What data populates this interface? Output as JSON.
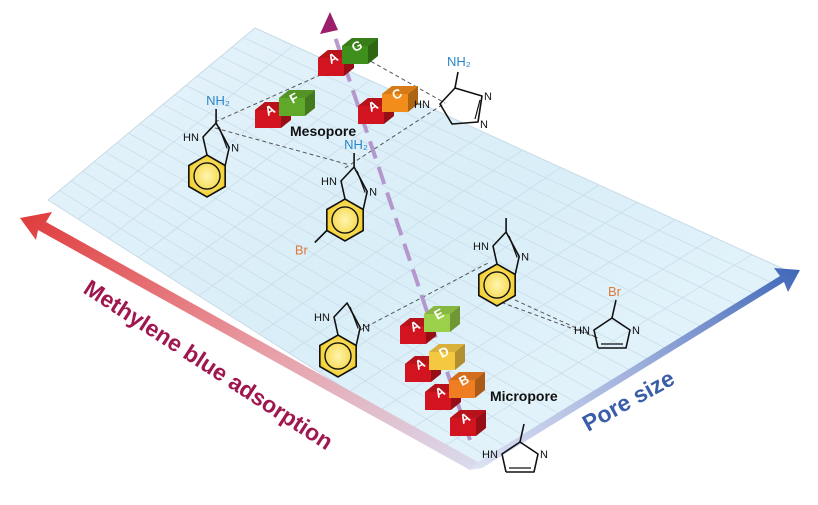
{
  "axes": {
    "left_label": "Methylene blue adsorption",
    "right_label": "Pore size",
    "left_color": "#a0174f",
    "right_color": "#3a5fa8"
  },
  "regions": {
    "mesopore": "Mesopore",
    "micropore": "Micropore"
  },
  "blocks": [
    {
      "left": "A",
      "right": "G",
      "left_color": "#d1141f",
      "right_color": "#3e8f1b"
    },
    {
      "left": "A",
      "right": "F",
      "left_color": "#d1141f",
      "right_color": "#5fa82a"
    },
    {
      "left": "A",
      "right": "C",
      "left_color": "#d1141f",
      "right_color": "#f28c1a"
    },
    {
      "left": "A",
      "right": "E",
      "left_color": "#d1141f",
      "right_color": "#9bd04a"
    },
    {
      "left": "A",
      "right": "D",
      "left_color": "#d1141f",
      "right_color": "#f5c842"
    },
    {
      "left": "A",
      "right": "B",
      "left_color": "#d1141f",
      "right_color": "#ef7d22"
    },
    {
      "left": "A",
      "right": "",
      "left_color": "#d1141f",
      "right_color": ""
    }
  ],
  "molecules": {
    "aminotriazole": {
      "nh": "HN",
      "sub": "NH₂",
      "n1": "N",
      "n2": "N"
    },
    "aminobenzimidazole": {
      "nh": "HN",
      "sub": "NH₂",
      "n": "N"
    },
    "bromoaminobenzimidazole": {
      "nh": "HN",
      "sub": "NH₂",
      "n": "N",
      "br": "Br"
    },
    "methylbenzimidazole": {
      "nh": "HN",
      "n": "N"
    },
    "benzimidazole": {
      "nh": "HN",
      "n": "N"
    },
    "bromoimidazole": {
      "nh": "HN",
      "n": "N",
      "br": "Br"
    },
    "methylimidazole": {
      "nh": "HN",
      "n": "N"
    }
  }
}
